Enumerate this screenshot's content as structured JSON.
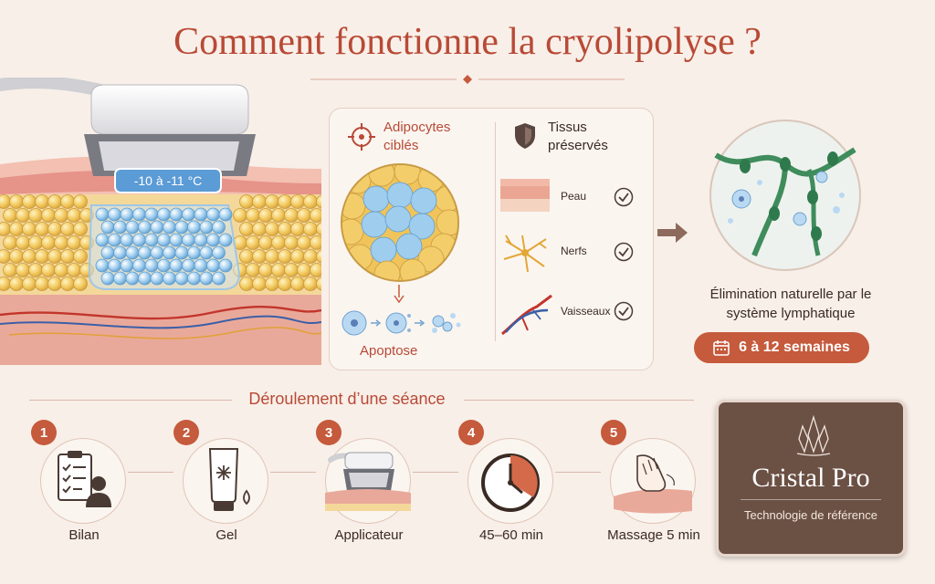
{
  "title": "Comment fonctionne la cryolipolyse ?",
  "applicator": {
    "temperature": "-10 à -11 °C"
  },
  "panel": {
    "targeted_title": "Adipocytes ciblés",
    "preserved_title": "Tissus préservés",
    "tissues": [
      {
        "label": "Peau",
        "icon": "skin-icon"
      },
      {
        "label": "Nerfs",
        "icon": "nerve-icon"
      },
      {
        "label": "Vaisseaux",
        "icon": "vessel-icon"
      }
    ],
    "apoptosis_label": "Apoptose"
  },
  "elimination": {
    "text": "Élimination naturelle par le système lymphatique",
    "duration": "6 à 12 semaines"
  },
  "session": {
    "title": "Déroulement d’une séance",
    "steps": [
      {
        "number": "1",
        "label": "Bilan",
        "icon": "checklist-user-icon"
      },
      {
        "number": "2",
        "label": "Gel",
        "icon": "gel-tube-icon"
      },
      {
        "number": "3",
        "label": "Applicateur",
        "icon": "applicator-icon"
      },
      {
        "number": "4",
        "label": "45–60 min",
        "icon": "clock-icon"
      },
      {
        "number": "5",
        "label": "Massage 5 min",
        "icon": "massage-icon"
      }
    ]
  },
  "brand": {
    "name": "Cristal Pro",
    "tagline": "Technologie de référence"
  },
  "colors": {
    "accent": "#b84a36",
    "pill": "#c55a3c",
    "background": "#f8efe8",
    "brand_card": "#6b5044",
    "fat": "#f0c45a",
    "frozen": "#8ec4ea"
  }
}
